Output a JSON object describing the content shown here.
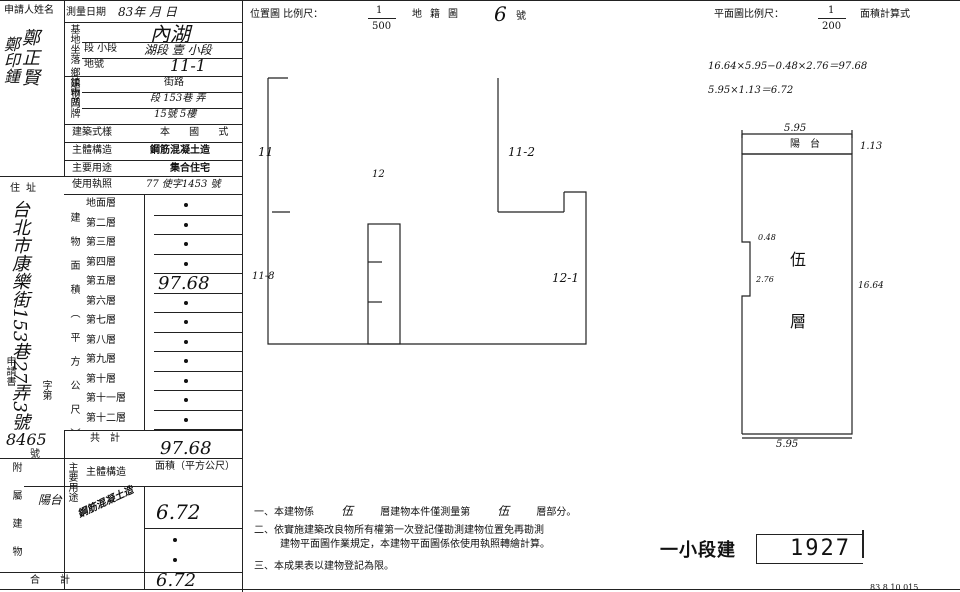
{
  "header": {
    "applicant_label": "申請人姓名",
    "survey_date_label": "測量日期",
    "survey_date_value": "83年 月 日",
    "location_map_label": "位置圖 比例尺：",
    "loc_scale_num": "1",
    "loc_scale_den": "500",
    "map_sheet_label": "地籍圖",
    "map_sheet_no": "6",
    "map_sheet_suffix": "號",
    "plan_scale_label": "平面圖比例尺：",
    "plan_scale_num": "1",
    "plan_scale_den": "200",
    "area_calc_label": "面積計算式"
  },
  "left_col": {
    "applicant_name": "鄭正賢",
    "signature": "鄭印鍾",
    "address_label": "住址",
    "address_text": "台北市康樂街153巷27弄3號",
    "applicant_book_label": "申請書",
    "applicant_book_no": "字第",
    "no_label": "號",
    "no_value": "8465"
  },
  "table": {
    "district_label": "基地坐落 鄉鎮市區",
    "district_value": "內湖",
    "section_label": "段 小段",
    "section_value": "湖段 壹 小段",
    "lot_label": "地號",
    "lot_value": "11-1",
    "building_no_label": "建物門牌",
    "street_label": "街路",
    "lane_label": "段 巷 弄",
    "lane_value": "段 153巷 弄",
    "number_label": "號 樓",
    "number_value": "15號 5樓",
    "structure_label": "建築式樣",
    "structure_value": "本 國 式",
    "main_material_label": "主體構造",
    "main_material_value": "鋼筋混凝土造",
    "main_use_label": "主要用途",
    "main_use_value": "集合住宅",
    "permit_label": "使用執照",
    "permit_value": "77 使字1453 號",
    "floors": [
      "地面層",
      "第二層",
      "第三層",
      "第四層",
      "第五層",
      "第六層",
      "第七層",
      "第八層",
      "第九層",
      "第十層",
      "第十一層",
      "第十二層"
    ],
    "area_side_label": "建物面積（平方公尺）",
    "fifth_floor_area": "97.68",
    "total_label": "共計",
    "total_value": "97.68",
    "attached_label": "附屬建物",
    "attached_use_label": "主要用途",
    "attached_struct_label": "主體構造",
    "attached_area_label": "面積（平方公尺）",
    "balcony_label": "陽台",
    "balcony_struct": "鋼筋混凝土造",
    "balcony_area": "6.72",
    "attached_total_label": "合計",
    "attached_total": "6.72"
  },
  "location_map": {
    "label_11": "11",
    "label_12": "12",
    "label_11_2": "11-2",
    "label_11_8": "11-8",
    "label_12_1": "12-1"
  },
  "area_calc": {
    "line1": "16.64×5.95−0.48×2.76＝97.68",
    "line2": "5.95×1.13＝6.72"
  },
  "floor_plan": {
    "top_width": "5.95",
    "balcony_label": "陽台",
    "balcony_depth": "1.13",
    "notch_w": "0.48",
    "notch_h": "2.76",
    "right_len": "16.64",
    "bottom_width": "5.95",
    "floor_char1": "伍",
    "floor_char2": "層"
  },
  "notes": {
    "note1_prefix": "一、本建物係",
    "note1_floors": "伍",
    "note1_mid": "層建物本件僅測量第",
    "note1_floor": "伍",
    "note1_suffix": "層部分。",
    "note2_line1": "二、依實施建築改良物所有權第一次登記僅勘測建物位置免再勘測",
    "note2_line2": "建物平面圖作業規定，本建物平面圖係依使用執照轉繪計算。",
    "note3": "三、本成果表以建物登記為限。"
  },
  "stamp": {
    "office_label": "一小段建",
    "number": "1927"
  },
  "footer": {
    "date_text": "83 8 10 015"
  }
}
